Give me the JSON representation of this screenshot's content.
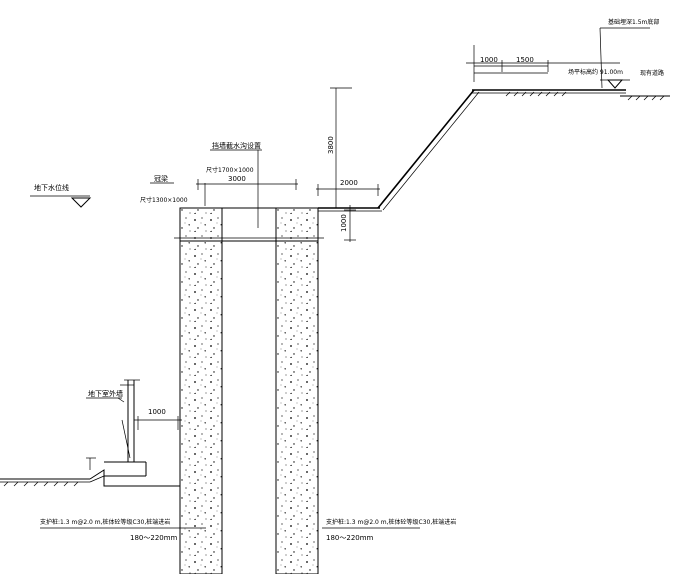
{
  "labels": {
    "top_right_note": "基础埋深1.5m底部",
    "existing_road": "现有道路",
    "ground_elevation": "场平标高约 91.00m",
    "beam_label": "冠梁",
    "beam_size": "尺寸1300×1000",
    "channel_label": "挡墙截水沟设置",
    "channel_size": "尺寸1700×1000",
    "water_level": "地下水位线",
    "retaining_wall": "地下室外墙",
    "pile_note_left": "支护桩:1.3 m@2.0 m,桩体砼等级C30,桩端进岩",
    "pile_range_left": "180～220mm",
    "pile_note_right": "支护桩:1.3 m@2.0 m,桩体砼等级C30,桩端进岩",
    "pile_range_right": "180～220mm"
  },
  "dimensions": {
    "d1000_top": "1000",
    "d1500": "1500",
    "d3800": "3800",
    "d3000": "3000",
    "d2000": "2000",
    "d1000_side": "1000",
    "d1000_wall": "1000"
  }
}
